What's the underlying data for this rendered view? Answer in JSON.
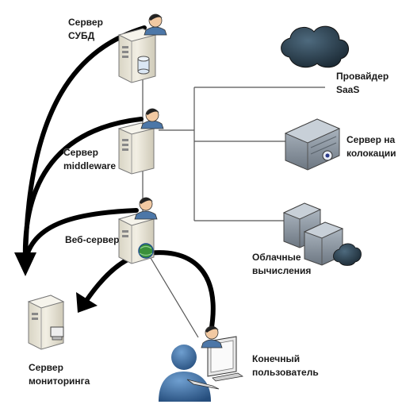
{
  "labels": {
    "db_server": [
      "Сервер",
      "СУБД"
    ],
    "middleware_server": [
      "Сервер",
      "middleware"
    ],
    "web_server": [
      "Веб-сервер"
    ],
    "monitoring_server": [
      "Сервер",
      "мониторинга"
    ],
    "saas_provider": [
      "Провайдер",
      "SaaS"
    ],
    "colocation_server": [
      "Сервер на",
      "колокации"
    ],
    "cloud_computing": [
      "Облачные",
      "вычисления"
    ],
    "end_user": [
      "Конечный",
      "пользователь"
    ]
  },
  "colors": {
    "arrow": "#000000",
    "connector": "#5a5a5a",
    "server_body": "#e9e6d8",
    "rack_gray": "#8a949e",
    "cloud": "#2b3f4e",
    "globe": "#3a8f3a",
    "user_blue": "#3a6fa8"
  },
  "icons": {
    "server": "tower-server-icon",
    "database": "database-cylinder-icon",
    "person": "person-icon",
    "cloud": "cloud-icon",
    "rack": "rack-server-icon",
    "globe": "globe-icon",
    "monitor": "monitor-icon",
    "user": "user-silhouette-icon"
  }
}
